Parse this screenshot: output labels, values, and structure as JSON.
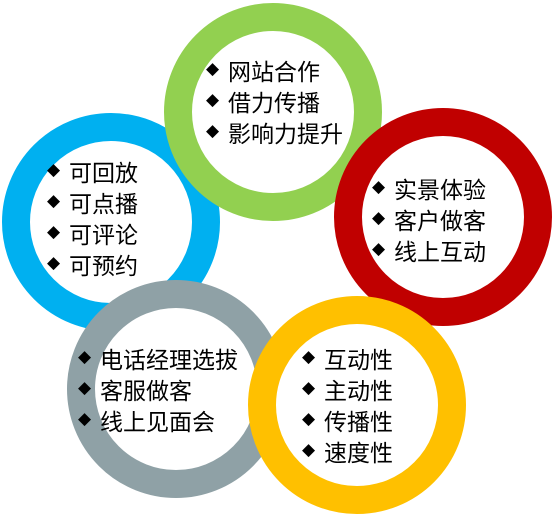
{
  "circles": [
    {
      "id": "green",
      "color": "#92D050",
      "items": [
        "网站合作",
        "借力传播",
        "影响力提升"
      ]
    },
    {
      "id": "blue",
      "color": "#00B0F0",
      "items": [
        "可回放",
        "可点播",
        "可评论",
        "可预约"
      ]
    },
    {
      "id": "red",
      "color": "#C00000",
      "items": [
        "实景体验",
        "客户做客",
        "线上互动"
      ]
    },
    {
      "id": "gray",
      "color": "#8FA1A6",
      "items": [
        "电话经理选拔",
        "客服做客",
        "线上见面会"
      ]
    },
    {
      "id": "orange",
      "color": "#FFC000",
      "items": [
        "互动性",
        "主动性",
        "传播性",
        "速度性"
      ]
    }
  ],
  "bullet_glyph": "◆"
}
